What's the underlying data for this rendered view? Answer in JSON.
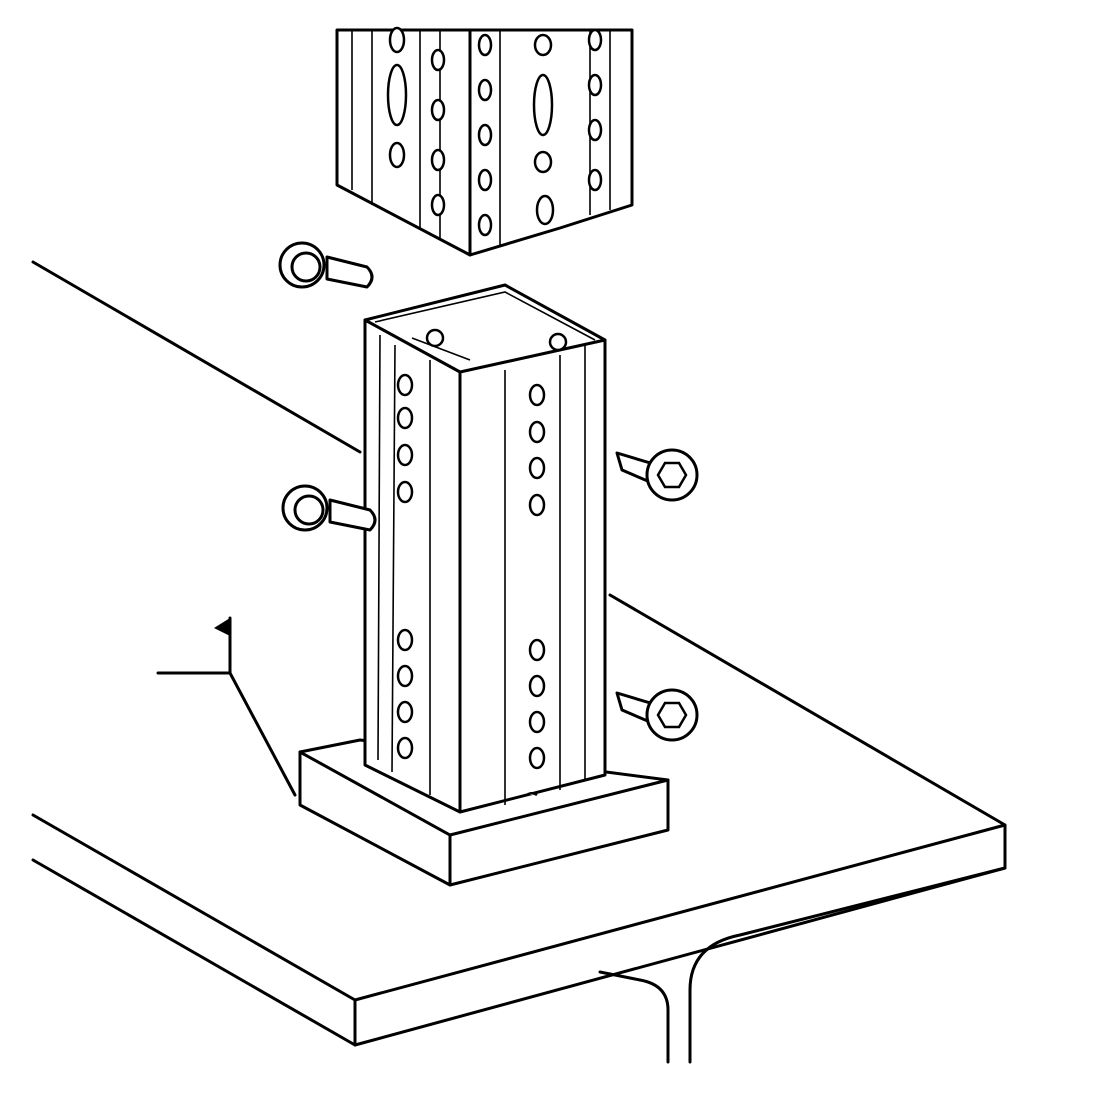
{
  "diagram": {
    "colors": {
      "line": "#000000",
      "background": "#ffffff"
    },
    "symbols": [
      "field-weld-symbol"
    ],
    "parts": [
      "upper-upright-post",
      "base-post",
      "base-plate",
      "floor-slab",
      "flange-bolt",
      "hex-bolt"
    ]
  }
}
